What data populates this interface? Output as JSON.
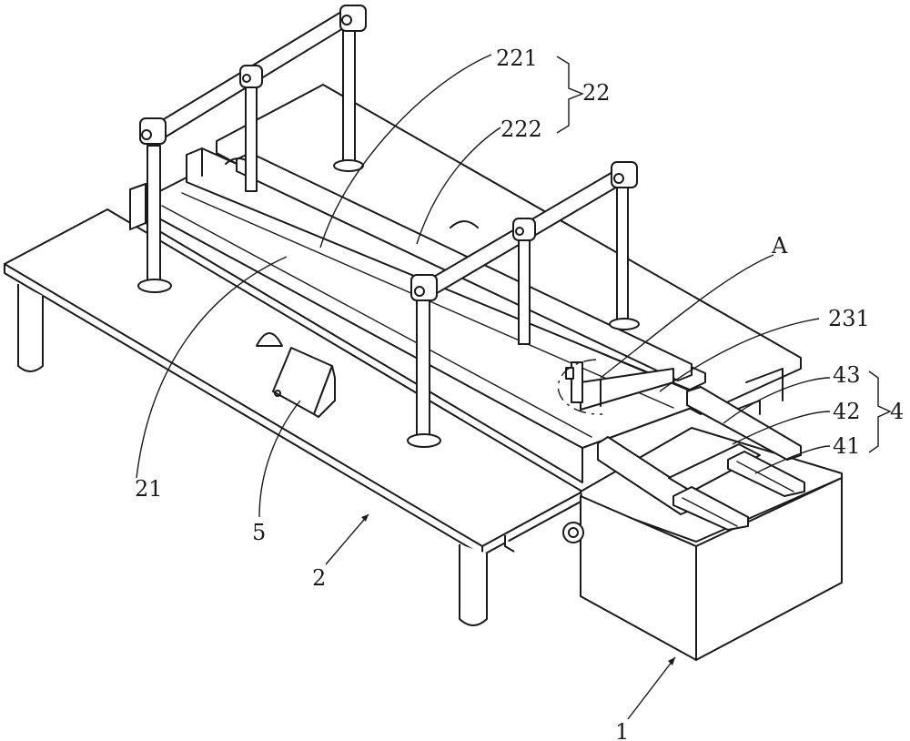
{
  "labels": {
    "l221": "221",
    "l22": "22",
    "l222": "222",
    "lA": "A",
    "l231": "231",
    "l43": "43",
    "l42": "42",
    "l4": "4",
    "l41": "41",
    "l21": "21",
    "l5": "5",
    "l2": "2",
    "l1": "1"
  },
  "colors": {
    "line": "#1a1a1a",
    "paper": "#ffffff"
  }
}
